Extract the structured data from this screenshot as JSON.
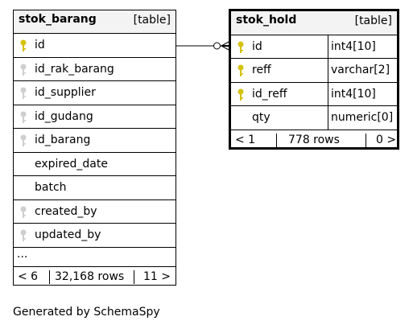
{
  "tables": [
    {
      "name": "stok_barang",
      "kind": "[table]",
      "columns": [
        {
          "name": "id",
          "key": "primary"
        },
        {
          "name": "id_rak_barang",
          "key": "foreign"
        },
        {
          "name": "id_supplier",
          "key": "foreign"
        },
        {
          "name": "id_gudang",
          "key": "foreign"
        },
        {
          "name": "id_barang",
          "key": "foreign"
        },
        {
          "name": "expired_date",
          "key": "none"
        },
        {
          "name": "batch",
          "key": "none"
        },
        {
          "name": "created_by",
          "key": "foreign"
        },
        {
          "name": "updated_by",
          "key": "foreign"
        }
      ],
      "more": "...",
      "footer": {
        "parents": "< 6",
        "rows": "32,168 rows",
        "children": "11 >"
      }
    },
    {
      "name": "stok_hold",
      "kind": "[table]",
      "columns": [
        {
          "name": "id",
          "type": "int4[10]",
          "key": "primary"
        },
        {
          "name": "reff",
          "type": "varchar[2]",
          "key": "primary"
        },
        {
          "name": "id_reff",
          "type": "int4[10]",
          "key": "primary"
        },
        {
          "name": "qty",
          "type": "numeric[0]",
          "key": "none"
        }
      ],
      "footer": {
        "parents": "< 1",
        "rows": "778 rows",
        "children": "0 >"
      }
    }
  ],
  "generated_by": "Generated by SchemaSpy",
  "colors": {
    "header_bg": "#f3f3f3",
    "primary_key": "#d4c100",
    "foreign_key": "#a8a8a8"
  }
}
